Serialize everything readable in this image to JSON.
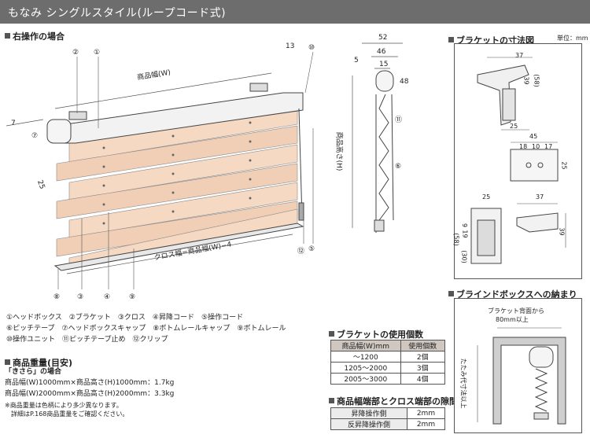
{
  "title": "もなみ シングルスタイル(ループコード式)",
  "unit_note": "単位：mm",
  "sections": {
    "right_op": "右操作の場合",
    "bracket_dims": "ブラケットの寸法図",
    "blind_box": "ブラインドボックスへの納まり",
    "bracket_count": "ブラケットの使用個数",
    "weight": "商品重量(目安)",
    "gap": "商品幅端部とクロス端部の隙間"
  },
  "main_diagram": {
    "product_width": "商品幅(W)",
    "cloth_width": "クロス幅=商品幅(W)−4",
    "dim_13": "13",
    "dim_7": "7",
    "dim_25": "25",
    "callouts": [
      "①",
      "②",
      "③",
      "④",
      "⑤",
      "⑥",
      "⑦",
      "⑧",
      "⑨",
      "⑩",
      "⑪",
      "⑫"
    ]
  },
  "side_view": {
    "dim_52": "52",
    "dim_46": "46",
    "dim_15": "15",
    "dim_5": "5",
    "dim_48": "48",
    "product_height": "商品高さ(H)",
    "c10": "⑩",
    "c11": "⑪",
    "c6": "⑥"
  },
  "bracket_top": {
    "d37": "37",
    "d39": "39",
    "d58": "(58)",
    "d25": "25"
  },
  "bracket_plate": {
    "d45": "45",
    "d18": "18",
    "d10": "10",
    "d17": "17",
    "d25": "25"
  },
  "bracket_front": {
    "d25": "25",
    "d58": "(58)",
    "d9": "9",
    "d19": "19",
    "d30": "(30)"
  },
  "bracket_side": {
    "d37": "37",
    "d39": "39"
  },
  "parts_list": [
    "①ヘッドボックス　②ブラケット　③クロス　④昇降コード　⑤操作コード",
    "⑥ピッチテープ　⑦ヘッドボックスキャップ　⑧ボトムレールキャップ　⑨ボトムレール",
    "⑩操作ユニット　⑪ピッチテープ止め　⑫クリップ"
  ],
  "weight": {
    "sub": "「きさら」の場合",
    "line1": "商品幅(W)1000mm×商品高さ(H)1000mm：1.7kg",
    "line2": "商品幅(W)2000mm×商品高さ(H)2000mm：3.3kg",
    "note1": "※商品重量は色柄により多少異なります。",
    "note2": "詳細はP.168商品重量をご確認ください。"
  },
  "bracket_table": {
    "headers": [
      "商品幅(W)mm",
      "使用個数"
    ],
    "rows": [
      [
        "〜1200",
        "2個"
      ],
      [
        "1205〜2000",
        "3個"
      ],
      [
        "2005〜3000",
        "4個"
      ]
    ]
  },
  "gap_table": {
    "rows": [
      [
        "昇降操作側",
        "2mm"
      ],
      [
        "反昇降操作側",
        "2mm"
      ]
    ]
  },
  "box_diagram": {
    "back_label1": "ブラケット背面から",
    "back_label2": "80mm以上",
    "height_label": "たたみ代寸法以上"
  },
  "colors": {
    "cloth": "#f6d9c3",
    "header_bar": "#6d6d6d",
    "table_head": "#cfc7c0"
  }
}
